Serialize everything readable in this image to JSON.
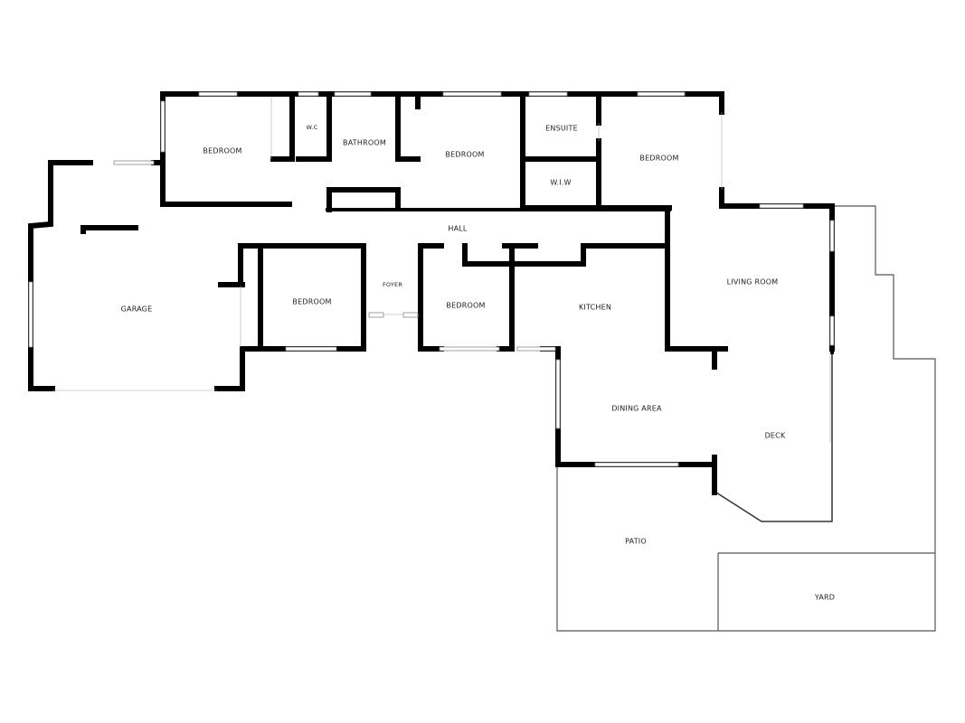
{
  "rooms": {
    "bedroom_nw": "BEDROOM",
    "wc": "W.C",
    "bathroom": "BATHROOM",
    "bedroom_n": "BEDROOM",
    "ensuite": "ENSUITE",
    "wiw": "W.I.W",
    "bedroom_ne": "BEDROOM",
    "hall": "HALL",
    "garage": "GARAGE",
    "bedroom_w": "BEDROOM",
    "foyer": "FOYER",
    "bedroom_c": "BEDROOM",
    "kitchen": "KITCHEN",
    "living_room": "LIVING ROOM",
    "dining_area": "DINING AREA",
    "deck": "DECK",
    "patio": "PATIO",
    "yard": "YARD"
  }
}
